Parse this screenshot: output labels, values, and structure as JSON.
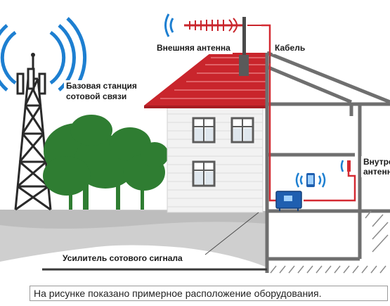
{
  "labels": {
    "outer_antenna": "Внешняя антенна",
    "cable": "Кабель",
    "base_station_line1": "Базовая станция",
    "base_station_line2": "сотовой связи",
    "inner_antenna_line1": "Внутре",
    "inner_antenna_line2": "антенн",
    "amplifier": "Усилитель сотового сигнала"
  },
  "caption": "На рисунке показано примерное расположение оборудования.",
  "colors": {
    "signal_blue": "#1d7fd1",
    "cable_red": "#d42a32",
    "roof_red": "#c9252c",
    "tree_green": "#2e7d32",
    "ground_gray": "#c9c9c9",
    "house_gray": "#6f6f6f",
    "tower_dark": "#2a2a2a"
  },
  "icons": [
    "cell-tower-icon",
    "outdoor-antenna-icon",
    "repeater-icon",
    "phone-icon",
    "indoor-antenna-icon"
  ]
}
